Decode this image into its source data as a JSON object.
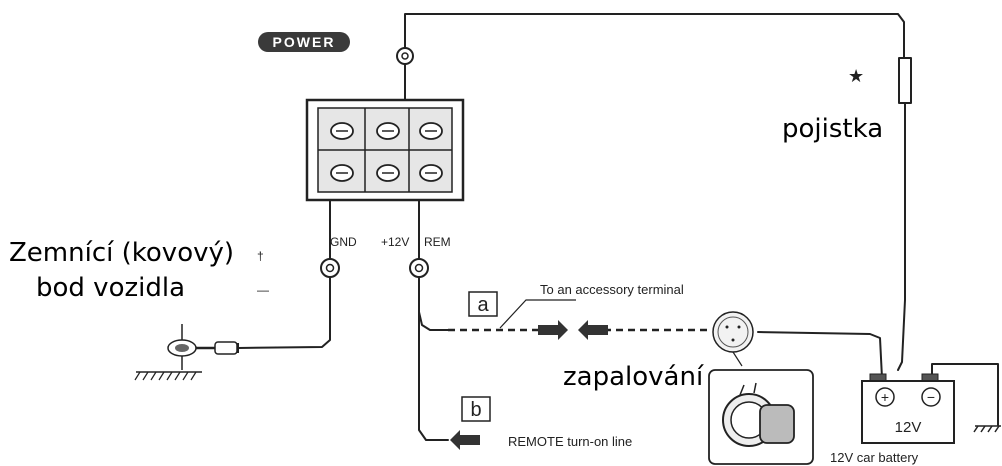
{
  "power_badge": "POWER",
  "terminal_labels": {
    "gnd": "GND",
    "plus12v": "+12V",
    "rem": "REM"
  },
  "polarity": {
    "plus": "†",
    "minus": "—"
  },
  "markers": {
    "a": "a",
    "b": "b",
    "star": "★"
  },
  "captions": {
    "accessory": "To an accessory terminal",
    "remote": "REMOTE turn-on line",
    "battery_caption": "12V car battery",
    "battery_voltage": "12V",
    "battery_plus": "+",
    "battery_minus": "−"
  },
  "annotations": {
    "fuse": "pojistka",
    "ground_line1": "Zemnící (kovový)",
    "ground_line2": "bod vozidla",
    "ignition": "zapalování"
  },
  "colors": {
    "ink": "#222222",
    "badge_bg": "#3a3a3a",
    "badge_text": "#ffffff",
    "panel": "#e6e6e6"
  }
}
